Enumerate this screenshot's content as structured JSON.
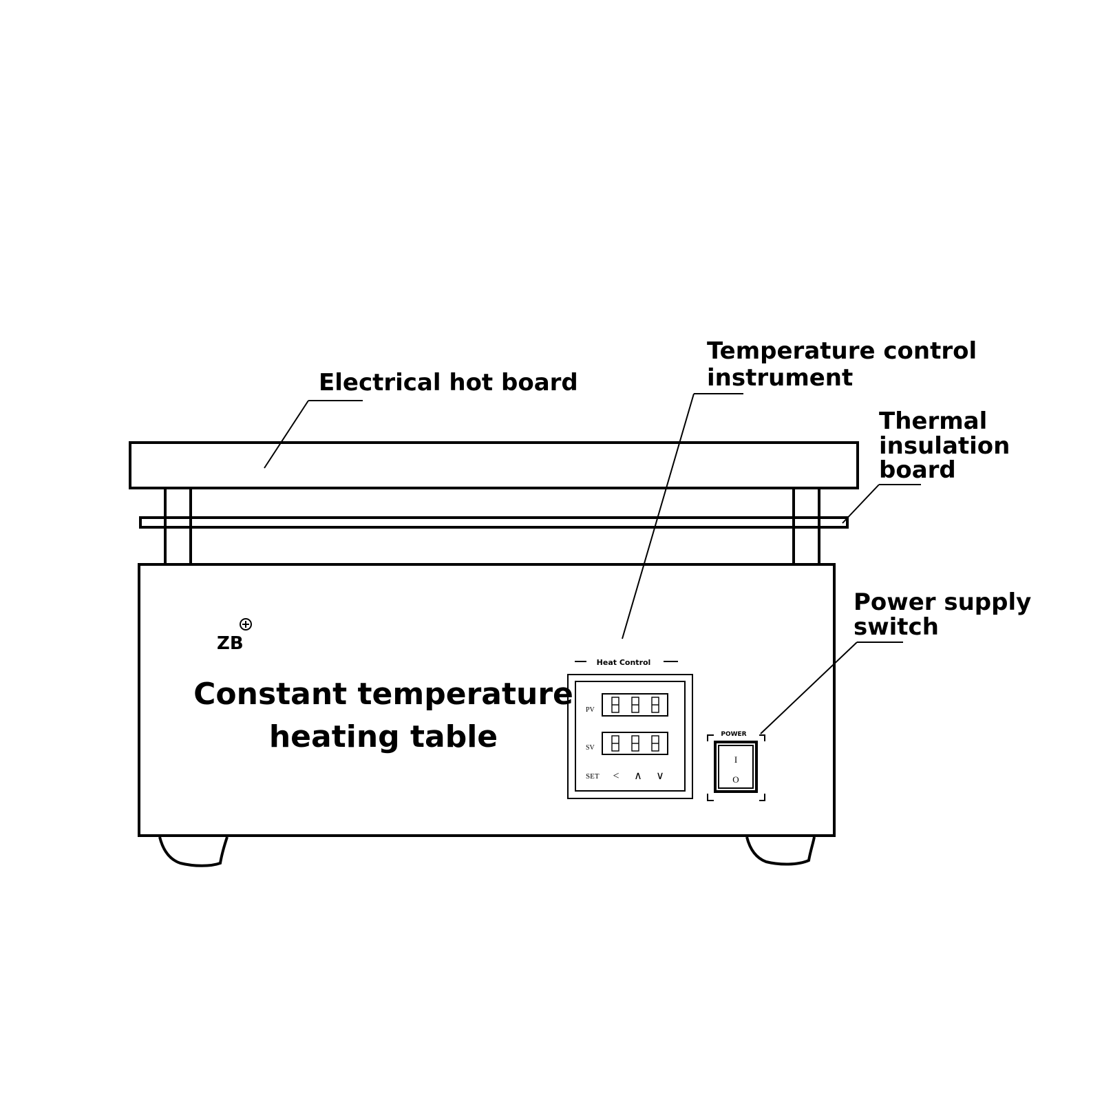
{
  "callouts": {
    "hot_board": "Electrical hot board",
    "temp_control_line1": "Temperature control",
    "temp_control_line2": "instrument",
    "insulation_line1": "Thermal",
    "insulation_line2": "insulation",
    "insulation_line3": "board",
    "power_line1": "Power supply",
    "power_line2": "switch"
  },
  "device": {
    "brand": "ZB",
    "title_line1": "Constant temperature",
    "title_line2": "heating table"
  },
  "controller": {
    "header": "Heat Control",
    "pv_label": "PV",
    "sv_label": "SV",
    "set_label": "SET",
    "key_left": "<",
    "key_up": "∧",
    "key_down": "∨"
  },
  "power": {
    "label": "POWER",
    "on_symbol": "I",
    "off_symbol": "O"
  },
  "colors": {
    "line": "#000000",
    "background": "#ffffff"
  }
}
